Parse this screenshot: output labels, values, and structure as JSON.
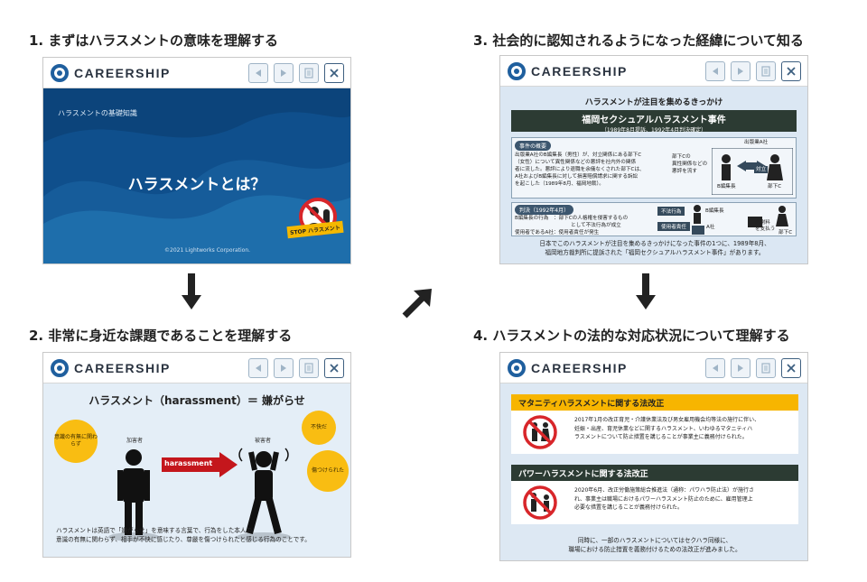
{
  "steps": [
    {
      "title": "1. まずはハラスメントの意味を理解する"
    },
    {
      "title": "2. 非常に身近な課題であることを理解する"
    },
    {
      "title": "3. 社会的に認知されるようになった経緯について知る"
    },
    {
      "title": "4. ハラスメントの法的な対応状況について理解する"
    }
  ],
  "brand": {
    "logo_text": "CAREERSHIP",
    "accent": "#1f5f9e"
  },
  "controls": {
    "icons": [
      "prev-icon",
      "next-icon",
      "document-icon",
      "close-icon"
    ]
  },
  "slide1": {
    "subtitle": "ハラスメントの基礎知識",
    "title": "ハラスメントとは？",
    "copyright": "©2021 Lightworks Corporation.",
    "badge": "STOP ハラスメント"
  },
  "slide2": {
    "heading": "ハラスメント（harassment）＝ 嫌がらせ",
    "bubble_left": "意識の有無に関わらず",
    "perpetrator": "加害者",
    "arrow_label": "harassment",
    "victim": "被害者",
    "bubble_right_1": "不快だ",
    "bubble_right_2": "傷つけられた",
    "desc_1": "ハラスメントは英語で「嫌がらせ」を意味する言葉で、行為をした本人の",
    "desc_2": "意識の有無に関わらず、相手が不快に感じたり、尊厳を傷つけられたと感じる行為のことです。"
  },
  "slide3": {
    "heading": "ハラスメントが注目を集めるきっかけ",
    "band_title": "福岡セクシュアルハラスメント事件",
    "band_date": "（1989年8月提訴、1992年4月判決確定）",
    "tag_summary": "事件の概要",
    "summary_1": "出版業A社のB編集長（男性）が、対立関係にある部下C",
    "summary_2": "（女性）について異性関係などの悪評を社内外の関係",
    "summary_3": "者に流した。悪評により退職を余儀なくされた部下Cは、",
    "summary_4": "A社およびB編集長に対して損害賠償請求に関する訴訟",
    "summary_5": "を起こした（1989年8月、福岡地裁）。",
    "company": "出版業A社",
    "rumor_1": "部下Cの",
    "rumor_2": "異性関係などの",
    "rumor_3": "悪評を流す",
    "conflict": "対立",
    "editor": "B編集長",
    "subordinate": "部下C",
    "tag_verdict": "判決（1992年4月）",
    "verdict_1": "B編集長の行為　：部下Cの人格権を侵害するもの",
    "verdict_2": "として不法行為が成立",
    "verdict_3": "使用者であるA社：使用者責任が発生",
    "tort": "不法行為",
    "editor2": "B編集長",
    "employer": "使用者責任",
    "company2": "A社",
    "pay_1": "慰謝料",
    "pay_2": "を支払う",
    "subordinate2": "部下C",
    "desc_1": "日本でこのハラスメントが注目を集めるきっかけになった事件の1つに、1989年8月、",
    "desc_2": "福岡地方裁判所に提訴された「福岡セクシュアルハラスメント事件」があります。"
  },
  "slide4": {
    "sec1_title": "マタニティハラスメントに関する法改正",
    "sec1_1": "2017年1月の改正育児・介護休業法及び男女雇用機会均等法の施行に伴い、",
    "sec1_2": "妊娠・出産、育児休業などに関するハラスメント、いわゆるマタニティハ",
    "sec1_3": "ラスメントについて防止措置を講じることが事業主に義務付けられた。",
    "sec2_title": "パワーハラスメントに関する法改正",
    "sec2_1": "2020年6月、改正労働施策総合推進法（通称：パワハラ防止法）が施行さ",
    "sec2_2": "れ、事業主は職場におけるパワーハラスメント防止のために、雇用管理上",
    "sec2_3": "必要な措置を講じることが義務付けられた。",
    "desc_1": "同時に、一部のハラスメントについてはセクハラ同様に、",
    "desc_2": "職場における防止措置を義務付けるための法改正が進みました。",
    "yellow": "#f7b500",
    "dark": "#2c3b33"
  }
}
